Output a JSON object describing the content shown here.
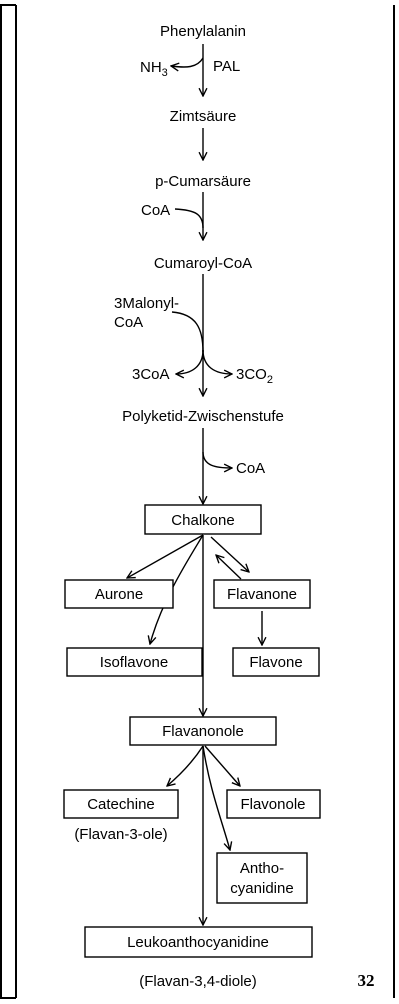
{
  "nodes": {
    "phenylalanin": "Phenylalanin",
    "nh3": "NH",
    "nh3_sub": "3",
    "pal": "PAL",
    "zimtsaeure": "Zimtsäure",
    "p_cumarsaeure": "p-Cumarsäure",
    "coa_in": "CoA",
    "cumaroyl_coa": "Cumaroyl-CoA",
    "malonyl_1": "3Malonyl-",
    "malonyl_2": "CoA",
    "coa3": "3CoA",
    "co2": "3CO",
    "co2_sub": "2",
    "polyketid": "Polyketid-Zwischenstufe",
    "coa_out": "CoA",
    "chalkone": "Chalkone",
    "aurone": "Aurone",
    "flavanone": "Flavanone",
    "isoflavone": "Isoflavone",
    "flavone": "Flavone",
    "flavanonole": "Flavanonole",
    "catechine": "Catechine",
    "catechine_note": "(Flavan-3-ole)",
    "flavonole": "Flavonole",
    "anthocyanidine_1": "Antho-",
    "anthocyanidine_2": "cyanidine",
    "leukoanthocyanidine": "Leukoanthocyanidine",
    "leuko_note": "(Flavan-3,4-diole)"
  },
  "page_number": "32"
}
